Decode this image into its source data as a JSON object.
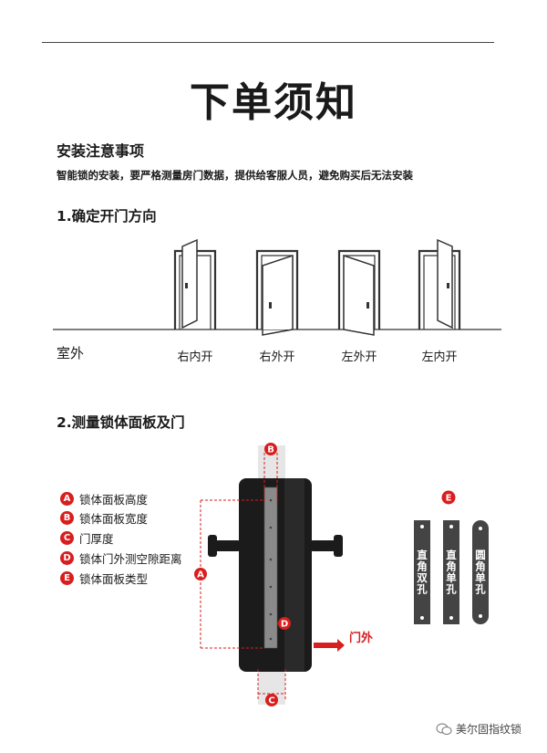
{
  "title": "下单须知",
  "install_notes": {
    "heading": "安装注意事项",
    "description": "智能锁的安装，要严格测量房门数据，提供给客服人员，避免购买后无法安装"
  },
  "step1": {
    "heading": "1.确定开门方向",
    "outdoor_label": "室外",
    "doors": [
      {
        "label": "右内开"
      },
      {
        "label": "右外开"
      },
      {
        "label": "左外开"
      },
      {
        "label": "左内开"
      }
    ]
  },
  "step2": {
    "heading": "2.测量锁体面板及门",
    "legend": [
      {
        "letter": "A",
        "text": "锁体面板高度"
      },
      {
        "letter": "B",
        "text": "锁体面板宽度"
      },
      {
        "letter": "C",
        "text": "门厚度"
      },
      {
        "letter": "D",
        "text": "锁体门外测空隙距离"
      },
      {
        "letter": "E",
        "text": "锁体面板类型"
      }
    ],
    "diagram_markers": [
      "A",
      "B",
      "C",
      "D",
      "E"
    ],
    "direction_label": "门外",
    "panel_types": [
      {
        "label": "直角双孔"
      },
      {
        "label": "直角单孔"
      },
      {
        "label": "圆角单孔"
      }
    ],
    "accent_color": "#d81e1e"
  },
  "watermark": {
    "text": "美尔固指纹锁",
    "icon": "wechat-icon"
  }
}
